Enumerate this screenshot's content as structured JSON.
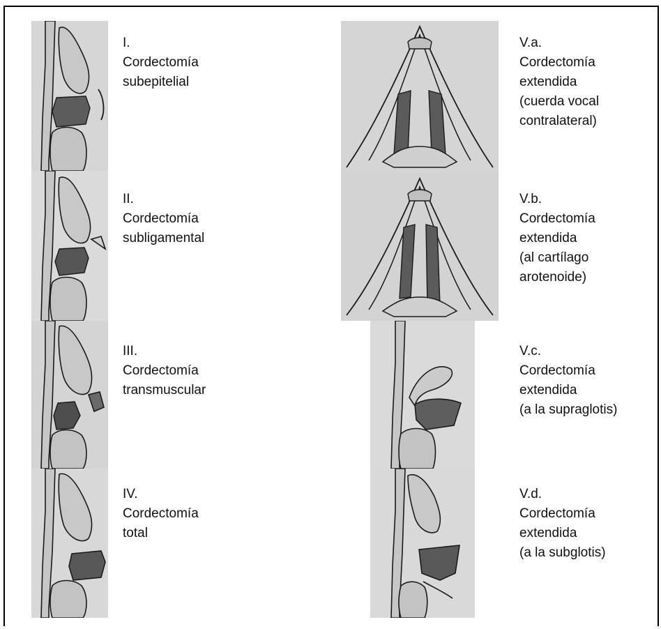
{
  "colors": {
    "paper": "#d7d7d7",
    "ink": "#1a1a1a",
    "tissue": "#c3c3c3",
    "resection": "#5a5a5a"
  },
  "items": [
    {
      "roman": "I.",
      "lines": [
        "Cordectomía",
        "subepitelial"
      ]
    },
    {
      "roman": "II.",
      "lines": [
        "Cordectomía",
        "subligamental"
      ]
    },
    {
      "roman": "III.",
      "lines": [
        "Cordectomía",
        "transmuscular"
      ]
    },
    {
      "roman": "IV.",
      "lines": [
        "Cordectomía",
        "total"
      ]
    },
    {
      "roman": "V.a.",
      "lines": [
        "Cordectomía",
        "extendida",
        "(cuerda vocal",
        "contralateral)"
      ]
    },
    {
      "roman": "V.b.",
      "lines": [
        "Cordectomía",
        "extendida",
        "(al cartílago",
        "arotenoide)"
      ]
    },
    {
      "roman": "V.c.",
      "lines": [
        "Cordectomía",
        "extendida",
        "(a la supraglotis)"
      ]
    },
    {
      "roman": "V.d.",
      "lines": [
        "Cordectomía",
        "extendida",
        "(a la subglotis)"
      ]
    }
  ]
}
